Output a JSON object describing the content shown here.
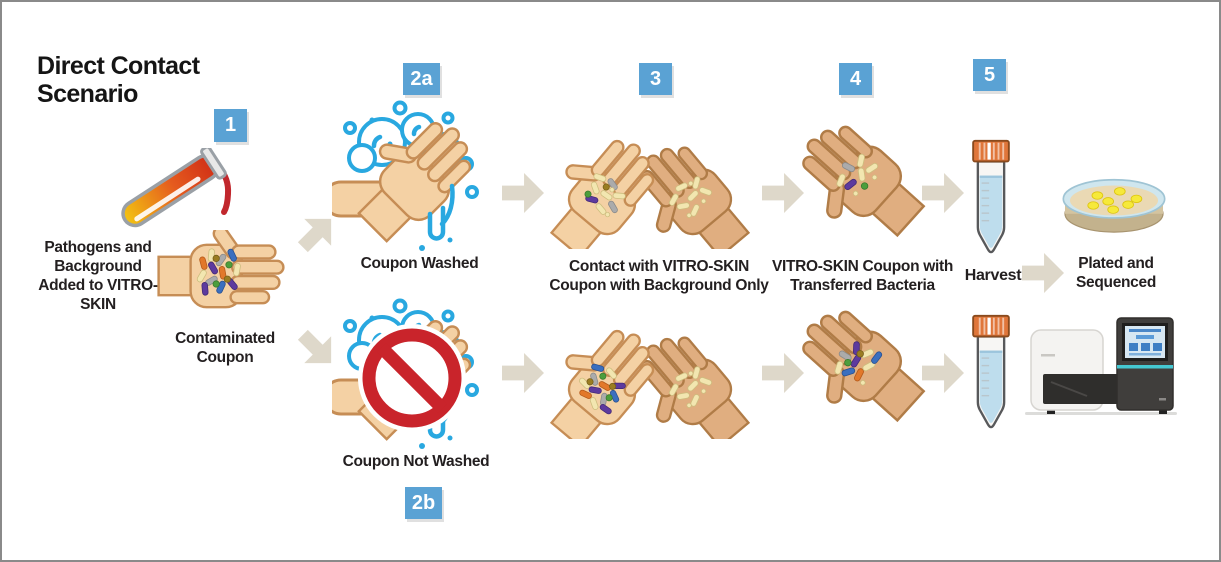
{
  "diagram": {
    "title": "Direct Contact Scenario",
    "badges": {
      "s1": "1",
      "s2a": "2a",
      "s2b": "2b",
      "s3": "3",
      "s4": "4",
      "s5": "5"
    },
    "labels": {
      "pathogens": "Pathogens and Background Added to VITRO-SKIN",
      "contaminated_coupon": "Contaminated Coupon",
      "coupon_washed": "Coupon Washed",
      "coupon_not_washed": "Coupon Not Washed",
      "contact_background": "Contact with VITRO-SKIN Coupon with Background Only",
      "transferred_bacteria": "VITRO-SKIN Coupon with Transferred Bacteria",
      "harvest": "Harvest",
      "plated_sequenced": "Plated and Sequenced"
    },
    "icons": {
      "test-tube-pour-icon": "tilted test tube pouring red liquid",
      "contaminated-hand-icon": "open hand holding colored bacteria",
      "hand-washing-icon": "hands washing with blue soap bubbles",
      "no-washing-icon": "washing hands with red prohibition sign",
      "hands-contact-icon": "two palms pressed together",
      "transferred-hand-icon": "tilted palm with bacteria",
      "falcon-tube-icon": "conical tube with orange cap",
      "petri-dish-icon": "petri dish with yellow colonies",
      "sequencer-icon": "benchtop sequencing instrument",
      "flow-arrow-icon": "beige flow arrow"
    },
    "colors": {
      "badge_blue": "#5aa2d4",
      "text_black": "#231f20",
      "arrow_beige": "#ded8ca",
      "bubble_blue": "#29a8e0",
      "prohibit_red": "#c9242b",
      "skin_light": "#f4d1a4",
      "skin_light_line": "#c68d55",
      "skin_dark": "#e0ae80",
      "skin_dark_line": "#b07c47",
      "tube_cap_orange": "#e0763a",
      "tube_liquid_blue": "#bedded",
      "colony_yellow": "#f6e93a",
      "agar_tan": "#ead9b4",
      "dish_rim_blue": "#cfe6ee",
      "bact_blue": "#3a6fbf",
      "bact_purple": "#5d3a9e",
      "bact_orange": "#e2782a",
      "bact_gray": "#ababab",
      "bact_cream": "#f2e6b0",
      "bact_green": "#4d9e3d",
      "bact_olive": "#9a7d22",
      "frame_gray": "#8a8a8a"
    }
  }
}
